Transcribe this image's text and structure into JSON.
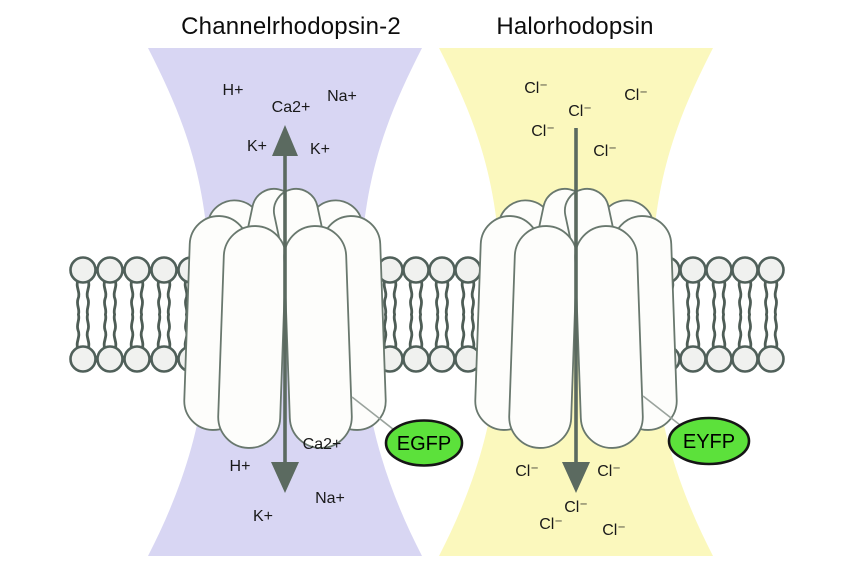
{
  "left_panel": {
    "title": "Channelrhodopsin-2",
    "tag_label": "EGFP",
    "ions_top": [
      "H+",
      "Ca2+",
      "Na+",
      "K+",
      "K+"
    ],
    "ions_bottom": [
      "Ca2+",
      "H+",
      "Na+",
      "K+"
    ],
    "arrow_direction": "bidirectional"
  },
  "right_panel": {
    "title": "Halorhodopsin",
    "tag_label": "EYFP",
    "ions_top": [
      "Cl⁻",
      "Cl⁻",
      "Cl⁻",
      "Cl⁻",
      "Cl⁻"
    ],
    "ions_bottom": [
      "Cl⁻",
      "Cl⁻",
      "Cl⁻",
      "Cl⁻",
      "Cl⁻"
    ],
    "arrow_direction": "inward"
  },
  "colors": {
    "background": "#ffffff",
    "left_light_cone": "#d8d6f3",
    "right_light_cone": "#fbf8bd",
    "membrane_outline": "#4e5d56",
    "protein_outline": "#69786e",
    "protein_fill": "#fdfdfb",
    "arrow": "#5b6a60",
    "tag_fill": "#5ce13b",
    "tag_outline": "#151515",
    "label_text": "#191919"
  }
}
